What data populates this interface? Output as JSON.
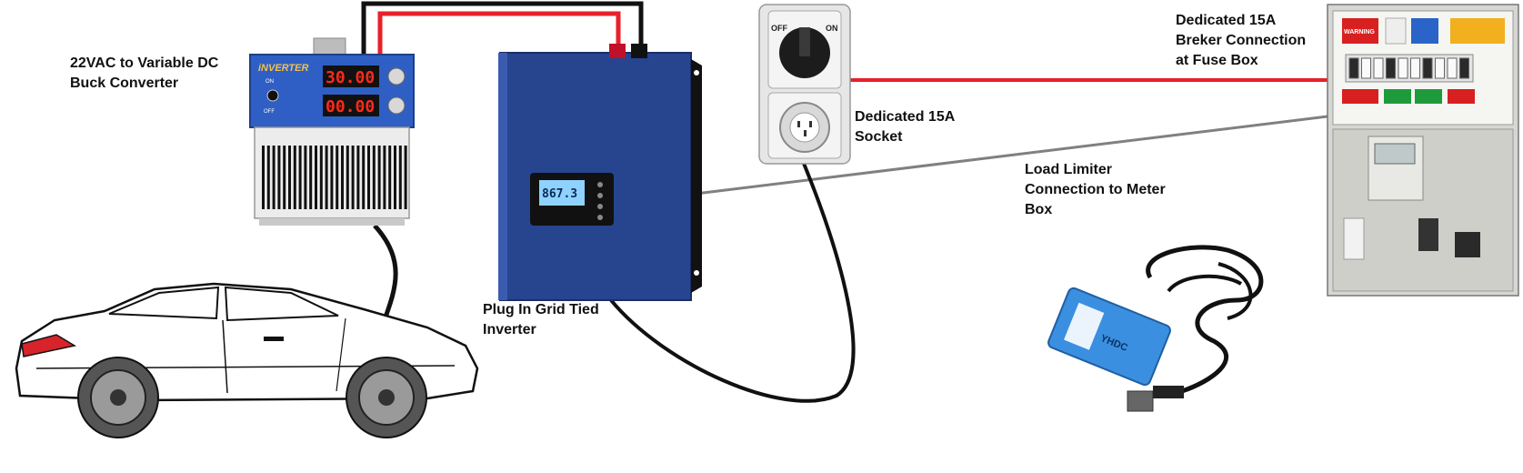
{
  "labels": {
    "converter": [
      "22VAC to Variable DC",
      "Buck Converter"
    ],
    "inverter": [
      "Plug In Grid Tied",
      "Inverter"
    ],
    "socket": [
      "Dedicated 15A",
      "Socket"
    ],
    "breaker": [
      "Dedicated 15A",
      "Breker Connection",
      "at Fuse Box"
    ],
    "limiter": [
      "Load Limiter",
      "Connection to Meter",
      "Box"
    ]
  },
  "converter_panel": {
    "brand": "iNVERTER",
    "display_top": "30.00",
    "display_bottom": "00.00",
    "switch_on": "ON",
    "switch_off": "OFF"
  },
  "inverter_panel": {
    "lcd": "867.3"
  },
  "socket_panel": {
    "off": "OFF",
    "on": "ON"
  },
  "sensor": {
    "brand": "YHDC"
  },
  "fusebox": {
    "warning": "WARNING"
  },
  "colors": {
    "red_wire": "#e8202a",
    "black_wire": "#111111",
    "gray_wire": "#808080",
    "converter_blue": "#2f5fc4",
    "inverter_blue": "#27448f",
    "sensor_blue": "#3b8fe0",
    "display_red": "#ff2a1a"
  },
  "icons": [
    "car",
    "buck-converter",
    "grid-tied-inverter",
    "wall-socket",
    "fuse-box",
    "current-clamp-sensor"
  ]
}
